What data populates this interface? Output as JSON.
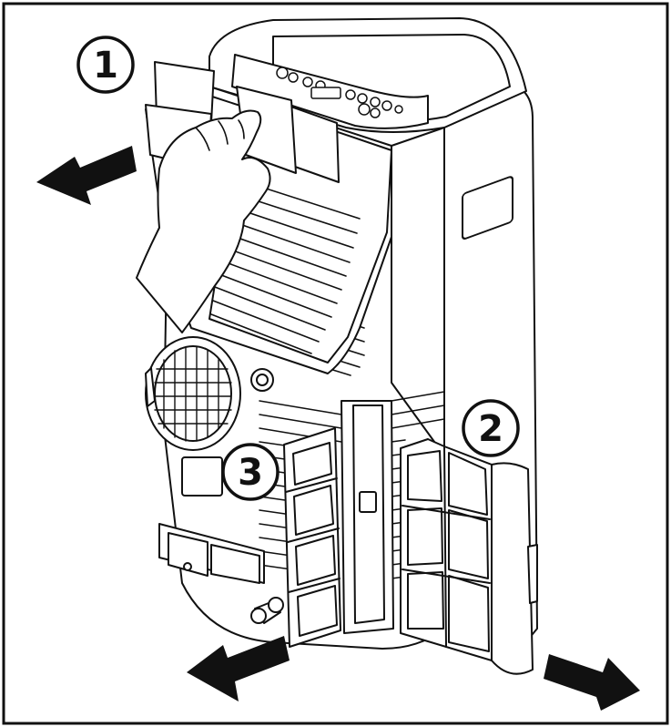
{
  "colors": {
    "line": "#111111",
    "arrow": "#111111",
    "background": "#ffffff",
    "panel_fill": "#ffffff"
  },
  "callouts": [
    {
      "id": "1",
      "label": "1"
    },
    {
      "id": "2",
      "label": "2"
    },
    {
      "id": "3",
      "label": "3"
    }
  ],
  "arrows": [
    {
      "name": "left-upper",
      "direction": "left"
    },
    {
      "name": "left-lower",
      "direction": "left"
    },
    {
      "name": "right-lower",
      "direction": "right"
    }
  ]
}
